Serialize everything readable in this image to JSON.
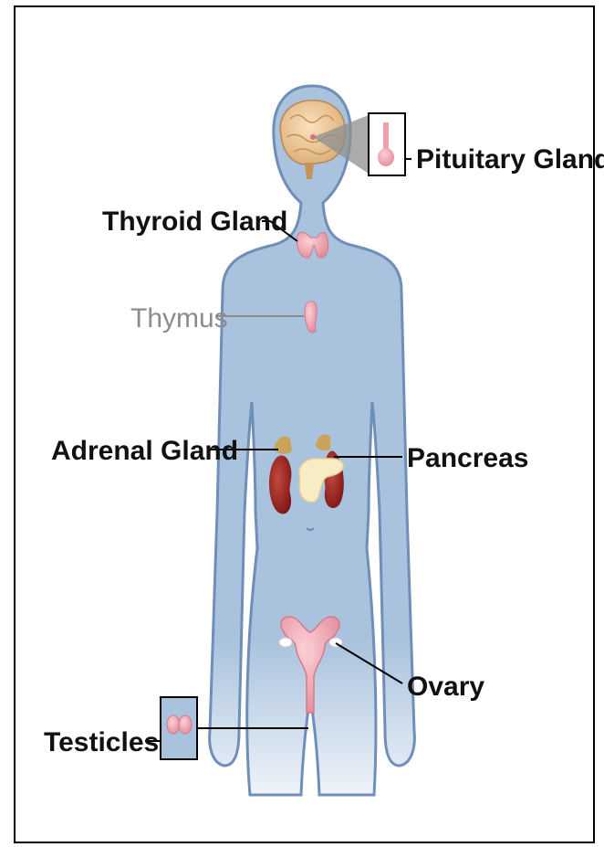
{
  "labels": {
    "pituitary": "Pituitary Gland",
    "thyroid": "Thyroid Gland",
    "thymus": "Thymus",
    "adrenal": "Adrenal Gland",
    "pancreas": "Pancreas",
    "ovary": "Ovary",
    "testicles": "Testicles"
  },
  "colors": {
    "body": "#a9c2dd",
    "body_outline": "#6f8fb8",
    "gland_pink": "#f3a6b2",
    "kidney": "#9b2020",
    "pancreas": "#f7ecc4",
    "brain": "#f0c896",
    "label_primary": "#111111",
    "label_muted": "#8c8c8c"
  },
  "icons": [
    "brain-icon",
    "pituitary-icon",
    "thyroid-icon",
    "thymus-icon",
    "kidney-icon",
    "pancreas-icon",
    "uterus-icon",
    "testicles-icon"
  ]
}
